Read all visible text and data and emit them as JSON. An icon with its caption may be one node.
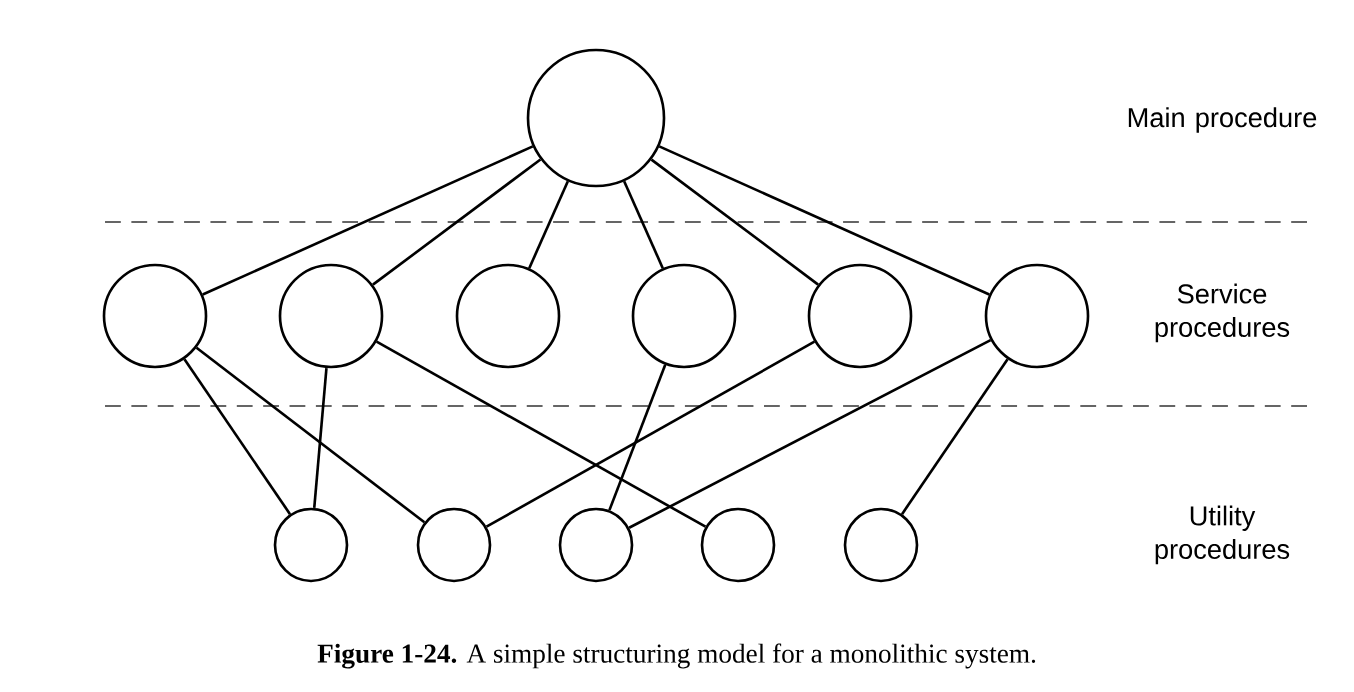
{
  "diagram": {
    "caption": "**Figure 1-24.** A simple structuring model for a monolithic system.",
    "nodes": [
      {
        "text": [],
        "shape": "circle"
      },
      {
        "text": [],
        "shape": "circle"
      },
      {
        "text": [],
        "shape": "circle"
      },
      {
        "text": [],
        "shape": "circle"
      },
      {
        "text": [],
        "shape": "circle"
      },
      {
        "text": [],
        "shape": "circle"
      },
      {
        "text": [],
        "shape": "circle"
      },
      {
        "text": [],
        "shape": "circle"
      },
      {
        "text": [],
        "shape": "circle"
      },
      {
        "text": [],
        "shape": "circle"
      },
      {
        "text": [],
        "shape": "circle"
      },
      {
        "text": [],
        "shape": "circle"
      }
    ],
    "edges": [
      {
        "from": 0,
        "to": 1,
        "arrow": "none"
      },
      {
        "from": 0,
        "to": 2,
        "arrow": "none"
      },
      {
        "from": 0,
        "to": 3,
        "arrow": "none"
      },
      {
        "from": 0,
        "to": 4,
        "arrow": "none"
      },
      {
        "from": 0,
        "to": 5,
        "arrow": "none"
      },
      {
        "from": 0,
        "to": 6,
        "arrow": "none"
      },
      {
        "from": 1,
        "to": 7,
        "arrow": "none"
      },
      {
        "from": 1,
        "to": 8,
        "arrow": "none"
      },
      {
        "from": 2,
        "to": 7,
        "arrow": "none"
      },
      {
        "from": 2,
        "to": 10,
        "arrow": "none"
      },
      {
        "from": 4,
        "to": 9,
        "arrow": "none"
      },
      {
        "from": 5,
        "to": 8,
        "arrow": "none"
      },
      {
        "from": 6,
        "to": 9,
        "arrow": "none"
      },
      {
        "from": 6,
        "to": 11,
        "arrow": "none"
      }
    ],
    "labels": [
      "Main procedure",
      "Service procedures",
      "Utility procedures"
    ]
  }
}
